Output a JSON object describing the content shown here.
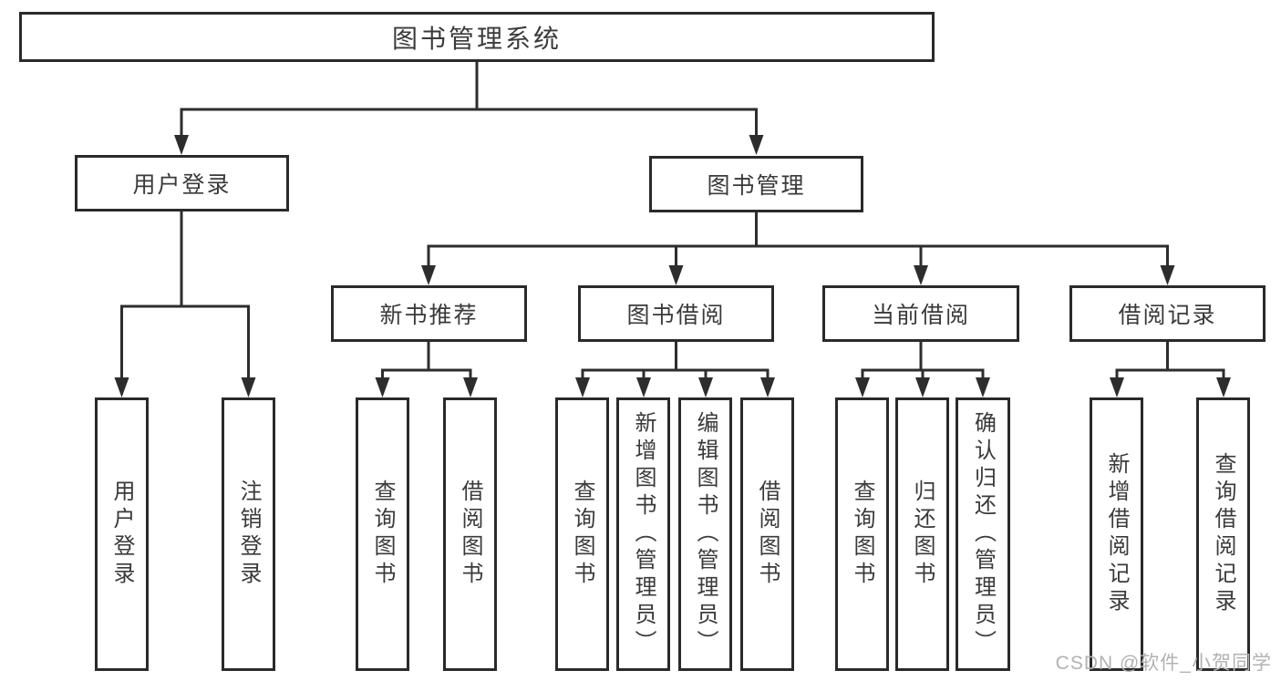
{
  "diagram": {
    "type": "hierarchy-tree",
    "root": {
      "label": "图书管理系统"
    },
    "level2": [
      {
        "label": "用户登录"
      },
      {
        "label": "图书管理"
      }
    ],
    "level3": [
      {
        "label": "新书推荐"
      },
      {
        "label": "图书借阅"
      },
      {
        "label": "当前借阅"
      },
      {
        "label": "借阅记录"
      }
    ],
    "level4": {
      "user_login": [
        "用户登录",
        "注销登录"
      ],
      "new_book": [
        "查询图书",
        "借阅图书"
      ],
      "borrow": [
        "查询图书",
        "新增图书（管理员）",
        "编辑图书（管理员）",
        "借阅图书"
      ],
      "current": [
        "查询图书",
        "归还图书",
        "确认归还（管理员）"
      ],
      "records": [
        "新增借阅记录",
        "查询借阅记录"
      ]
    },
    "colors": {
      "line": "#2d2d2d",
      "border": "#2a2a2a",
      "text": "#3a3a3a",
      "background": "#ffffff",
      "watermark": "#b2b2b2"
    }
  },
  "watermark": {
    "text": "CSDN @软件_小贺同学"
  }
}
